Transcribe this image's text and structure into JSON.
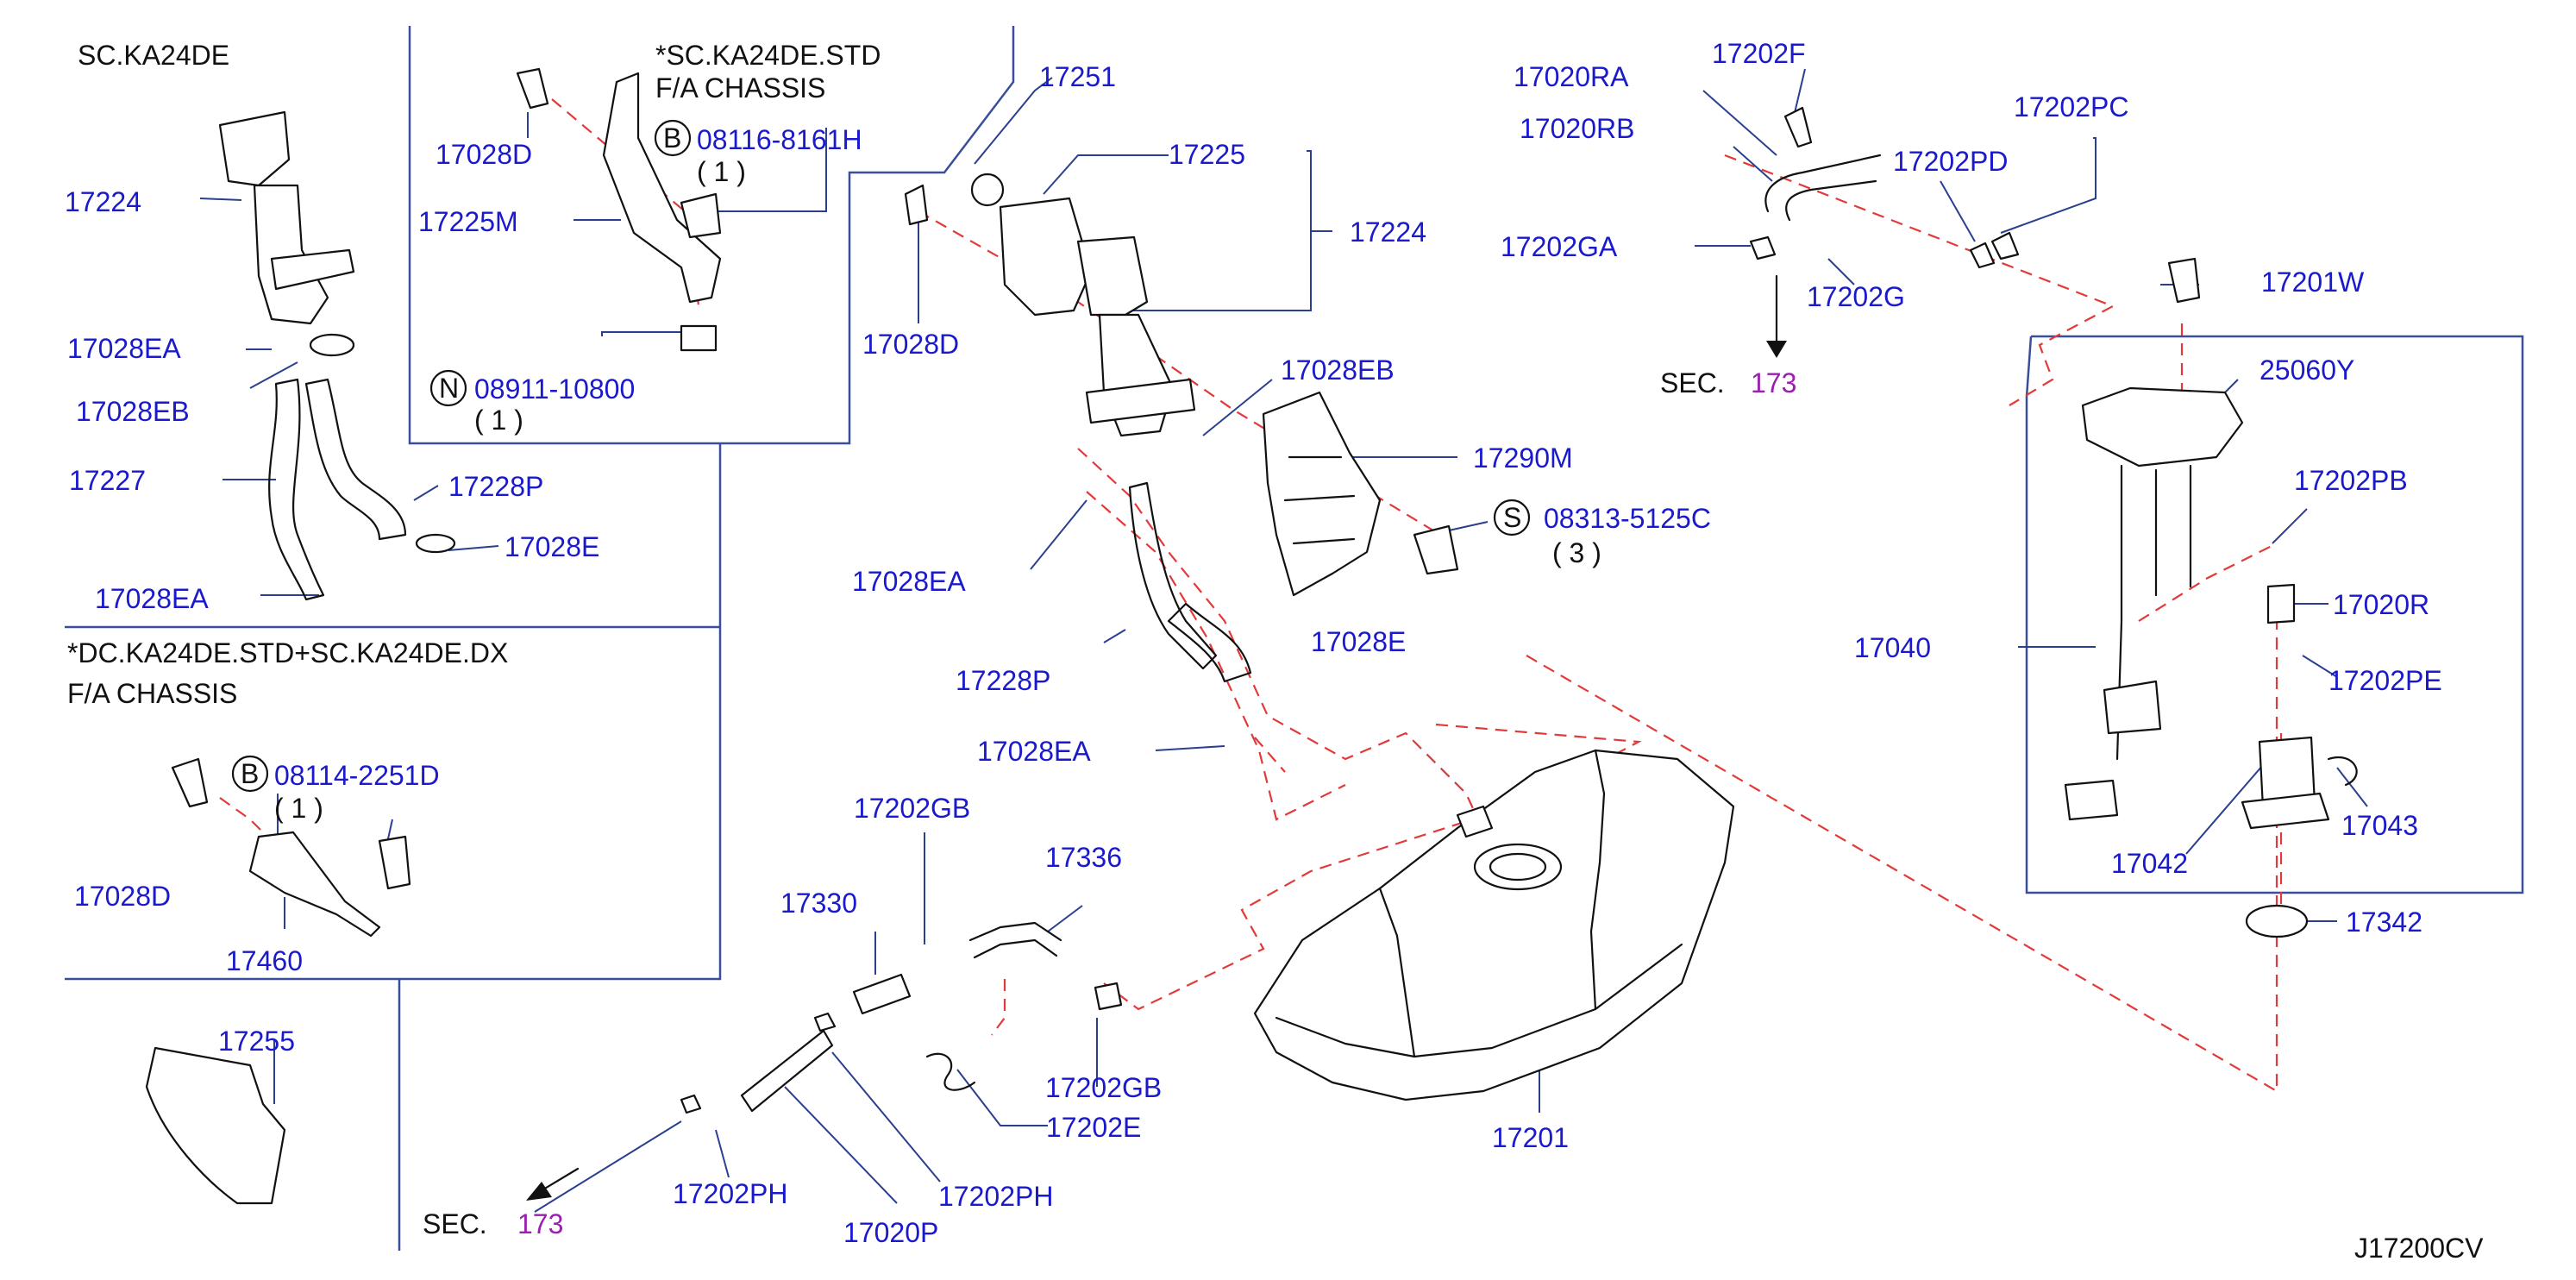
{
  "diagram": {
    "header_left": "SC.KA24DE",
    "inset_top_title_1": "*SC.KA24DE.STD",
    "inset_top_title_2": "F/A   CHASSIS",
    "inset_left_title_1": "*DC.KA24DE.STD+SC.KA24DE.DX",
    "inset_left_title_2": "F/A   CHASSIS",
    "sec_label": "SEC.",
    "sec_number": "173",
    "figure_code": "J17200CV",
    "qty_1": "( 1 )",
    "qty_3": "(   3   )",
    "prefix_B": "B",
    "prefix_N": "N",
    "prefix_S": "S",
    "labels": {
      "p17224_left": "17224",
      "p17028EA_a": "17028EA",
      "p17028EB_a": "17028EB",
      "p17227": "17227",
      "p17228P": "17228P",
      "p17028E_a": "17028E",
      "p17028EA_b": "17028EA",
      "p17028D_a": "17028D",
      "p17225M": "17225M",
      "p08116": "08116-8161H",
      "p08911": "08911-10800",
      "p17028D_b": "17028D",
      "p08114": "08114-2251D",
      "p17460": "17460",
      "p17255": "17255",
      "p17251": "17251",
      "p17225": "17225",
      "p17224_right": "17224",
      "p17028D_c": "17028D",
      "p17028EB_b": "17028EB",
      "p17290M": "17290M",
      "p08313": "08313-5125C",
      "p17028EA_c": "17028EA",
      "p17228P_b": "17228P",
      "p17028E_b": "17028E",
      "p17028EA_d": "17028EA",
      "p17202GB_a": "17202GB",
      "p17336": "17336",
      "p17330": "17330",
      "p17202GB_b": "17202GB",
      "p17202E": "17202E",
      "p17202PH_a": "17202PH",
      "p17202PH_b": "17202PH",
      "p17020P": "17020P",
      "p17201": "17201",
      "p17020RA": "17020RA",
      "p17020RB": "17020RB",
      "p17202F": "17202F",
      "p17202PC": "17202PC",
      "p17202PD": "17202PD",
      "p17202GA": "17202GA",
      "p17202G": "17202G",
      "p17201W": "17201W",
      "p25060Y": "25060Y",
      "p17202PB": "17202PB",
      "p17020R": "17020R",
      "p17040": "17040",
      "p17202PE": "17202PE",
      "p17043": "17043",
      "p17042": "17042",
      "p17342": "17342"
    }
  }
}
